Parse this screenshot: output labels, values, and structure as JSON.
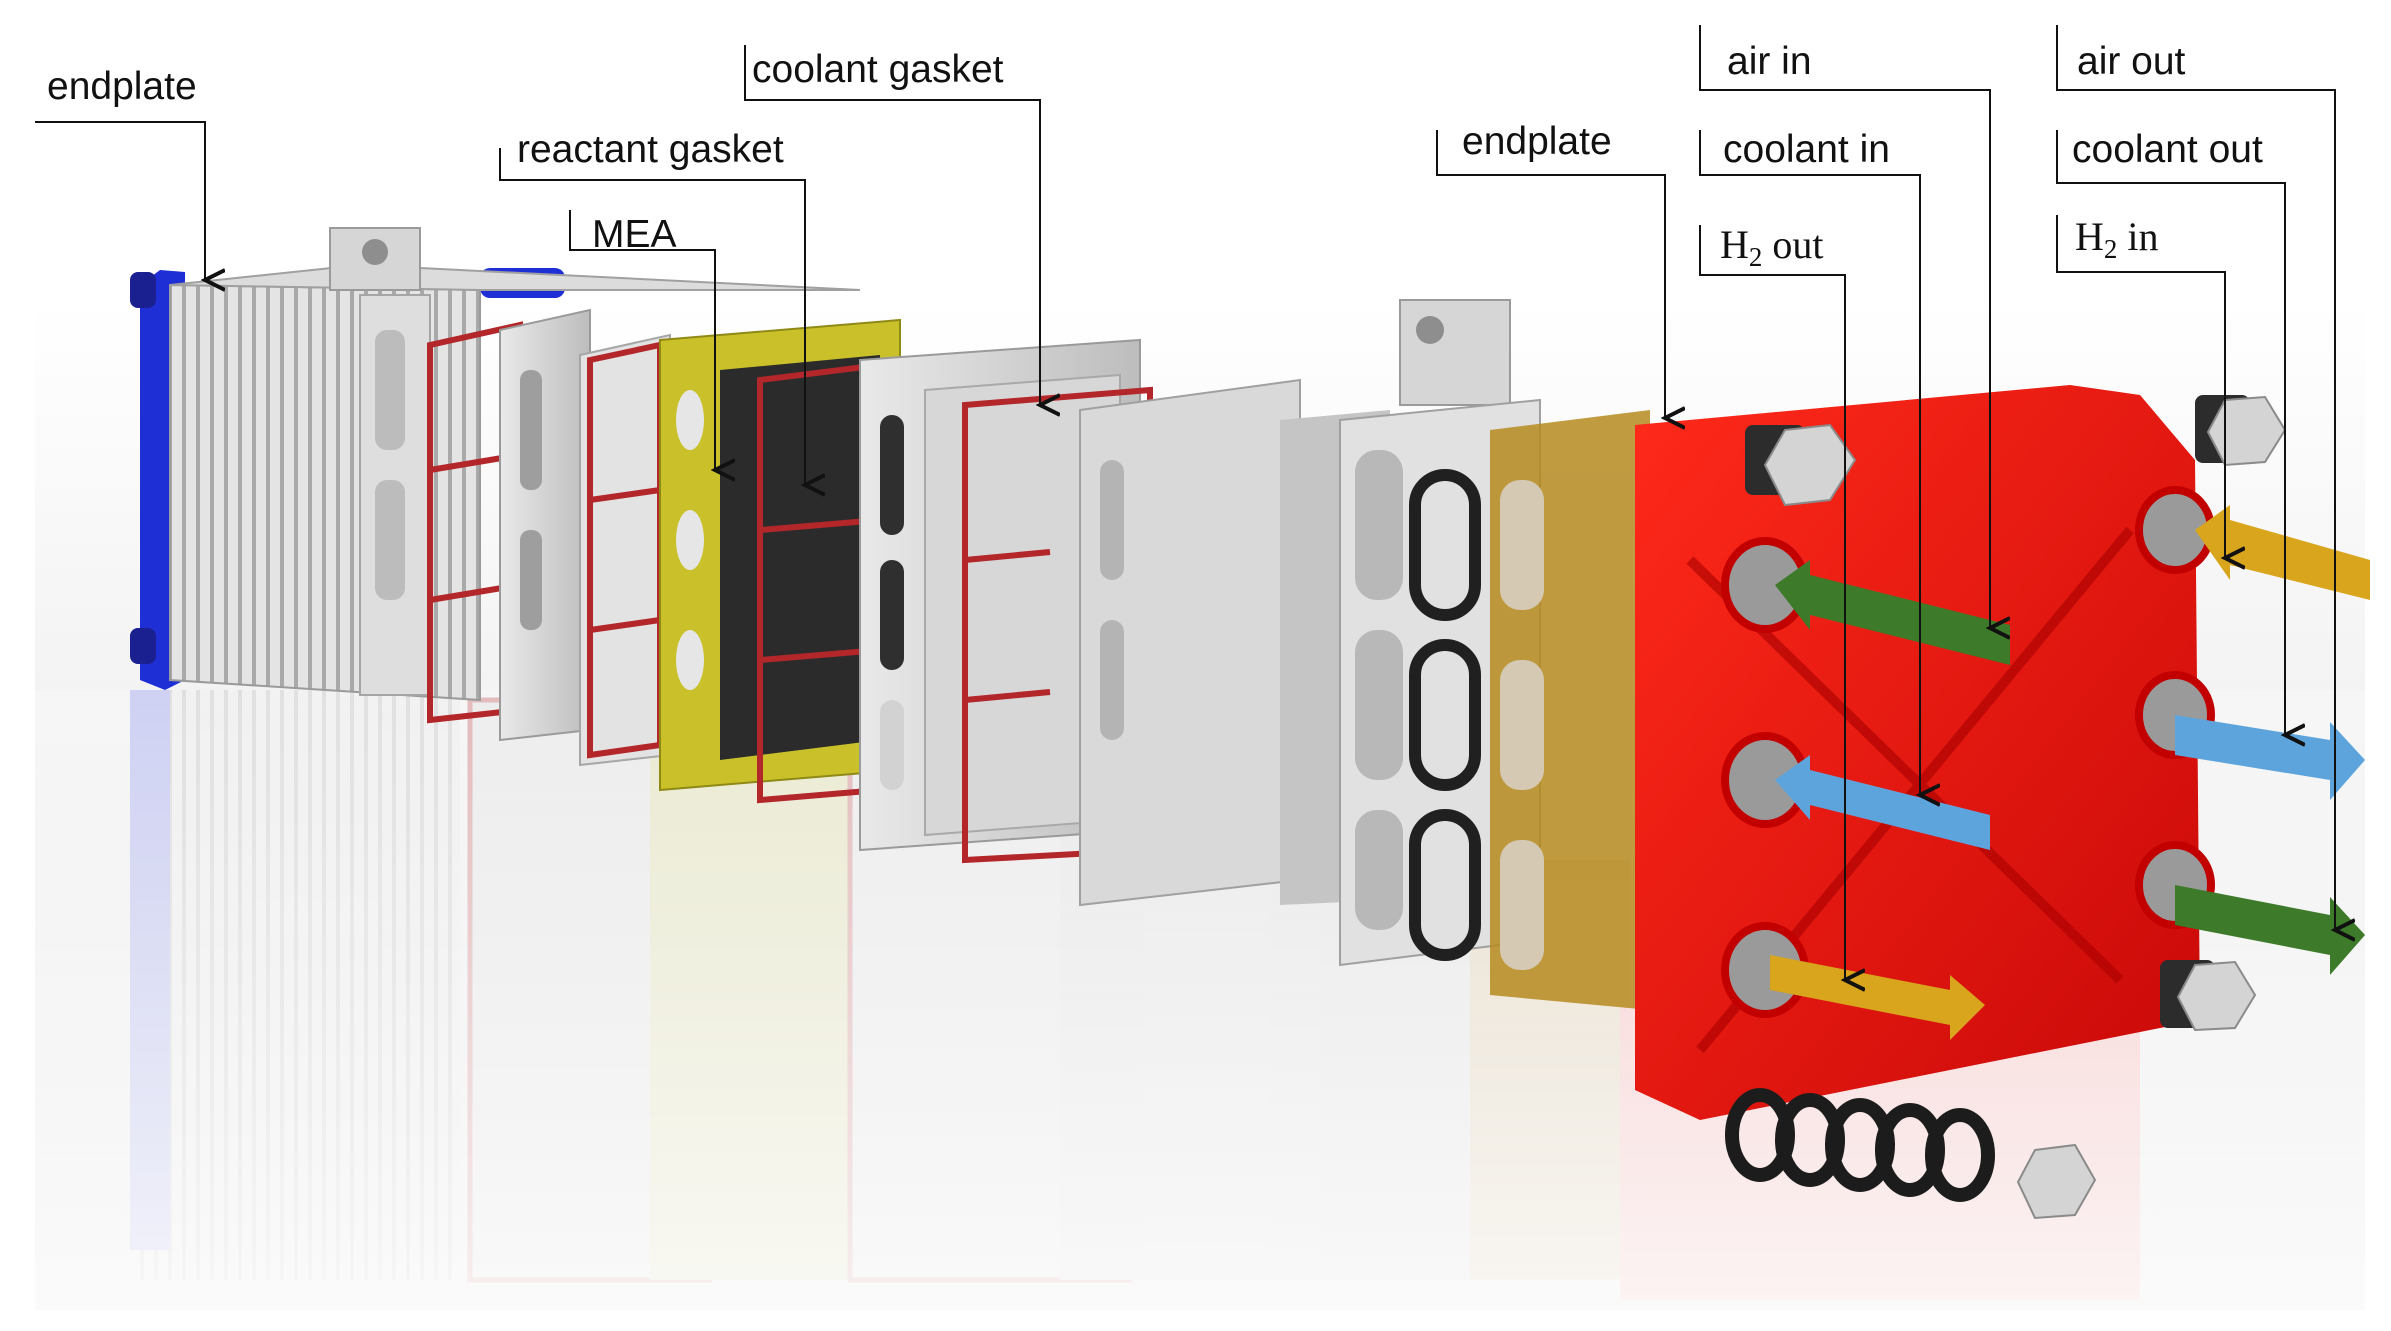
{
  "labels": {
    "endplate_left": "endplate",
    "reactant_gasket": "reactant gasket",
    "mea": "MEA",
    "coolant_gasket": "coolant gasket",
    "endplate_right": "endplate",
    "air_in": "air in",
    "coolant_in": "coolant in",
    "h2_out_prefix": "H",
    "h2_out_sub": "2",
    "h2_out_suffix": " out",
    "air_out": "air out",
    "coolant_out": "coolant out",
    "h2_in_prefix": "H",
    "h2_in_sub": "2",
    "h2_in_suffix": " in"
  },
  "colors": {
    "endplate_blue": "#1f2fd6",
    "endplate_red": "#e81010",
    "gasket_red": "#b3262a",
    "mea_yellow": "#c9c02a",
    "mea_dark": "#2b2b2b",
    "plate_gray": "#d8d8d8",
    "arrow_green": "#3d7a2a",
    "arrow_blue": "#5da4dc",
    "arrow_yellow": "#d8a51c",
    "oring_black": "#202020"
  }
}
